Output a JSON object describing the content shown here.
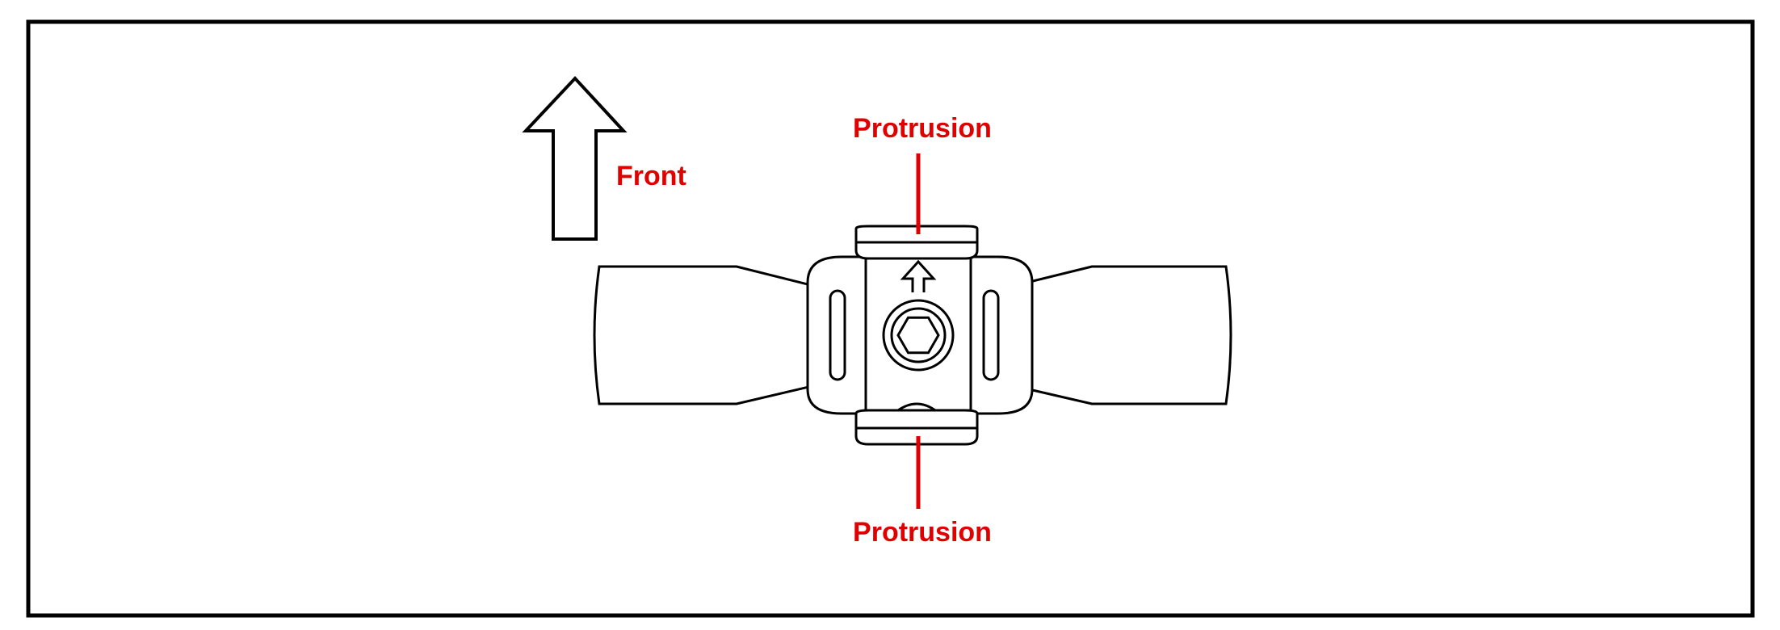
{
  "diagram": {
    "direction_label": "Front",
    "top_callout": "Protrusion",
    "bottom_callout": "Protrusion"
  },
  "colors": {
    "callout": "#e00000",
    "line": "#000000",
    "background": "#ffffff"
  }
}
